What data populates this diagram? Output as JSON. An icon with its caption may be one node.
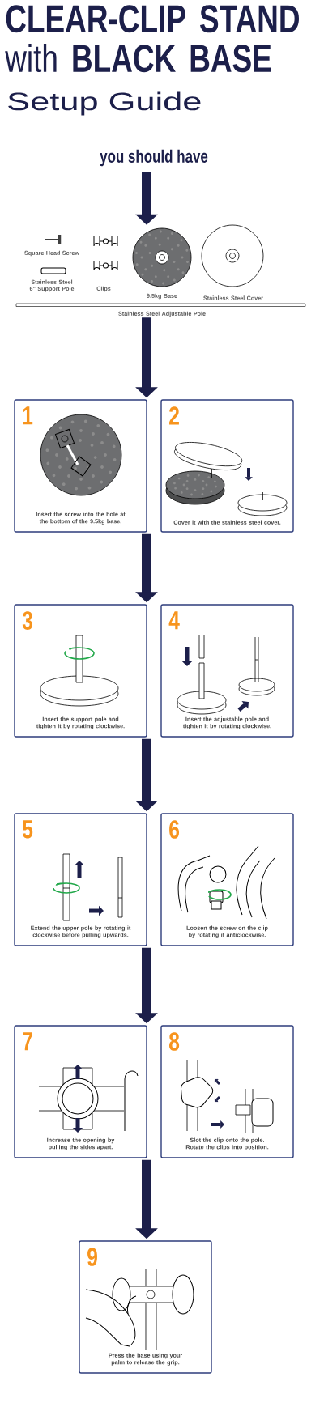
{
  "diagram": {
    "title": "**CLEAR-CLIP STAND** with **BLACK BASE**",
    "labels": [
      "Setup Guide"
    ],
    "nodes": [
      {
        "text": [
          "you should have"
        ]
      },
      {
        "text": [
          "Square Head Screw",
          "Stainless Steel 6\" Support Pole",
          "Clips",
          "9.5kg Base",
          "Stainless Steel Cover",
          "Stainless Steel Adjustable Pole"
        ]
      },
      {
        "text": [
          "1",
          "Insert the screw into the hole at the bottom of the 9.5kg base."
        ]
      },
      {
        "text": [
          "2",
          "Cover it with the stainless steel cover."
        ]
      },
      {
        "text": [
          "3",
          "Insert the support pole and tighten it by rotating clockwise."
        ]
      },
      {
        "text": [
          "4",
          "Insert the adjustable pole and tighten it by rotating clockwise."
        ]
      },
      {
        "text": [
          "5",
          "Extend the upper pole by rotating it clockwise before pulling upwards."
        ]
      },
      {
        "text": [
          "6",
          "Loosen the screw on the clip by rotating it anticlockwise."
        ]
      },
      {
        "text": [
          "7",
          "Increase the opening by pulling the sides apart."
        ]
      },
      {
        "text": [
          "8",
          "Slot the clip onto the pole. Rotate the clips into position."
        ]
      },
      {
        "text": [
          "9",
          "Press the base using your palm to release the grip."
        ]
      }
    ],
    "edges": [
      {
        "from": 0,
        "to": 1,
        "arrow": "to"
      },
      {
        "from": 1,
        "to": 2,
        "arrow": "to"
      },
      {
        "from": 3,
        "to": 4,
        "arrow": "to"
      },
      {
        "from": 5,
        "to": 6,
        "arrow": "to"
      },
      {
        "from": 7,
        "to": 8,
        "arrow": "to"
      },
      {
        "from": 9,
        "to": 10,
        "arrow": "to"
      }
    ]
  }
}
